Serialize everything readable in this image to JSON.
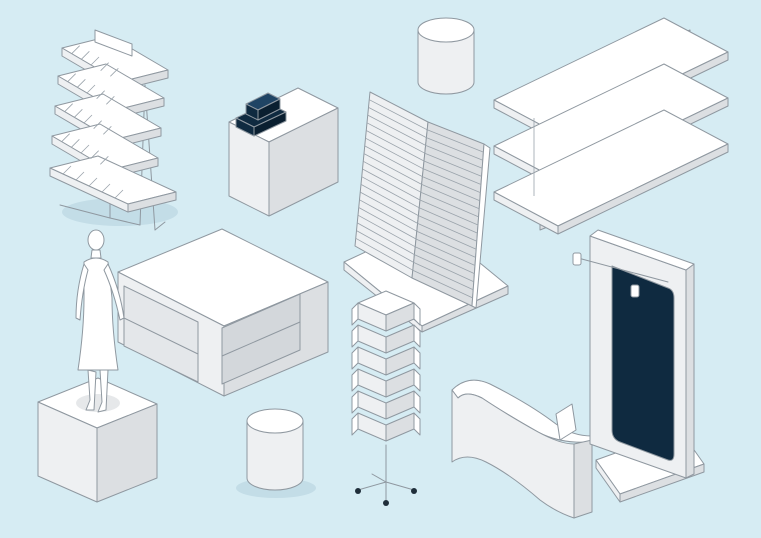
{
  "scene": {
    "background": "#d6ecf3",
    "colors": {
      "top": "#ffffff",
      "left": "#eef0f2",
      "right": "#dcdfe2",
      "shadow": "#c3dde7",
      "dark": "#0f2a40",
      "darkTop": "#1f4464"
    },
    "objects": [
      {
        "name": "tiered-display-rack"
      },
      {
        "name": "cashier-counter-with-register"
      },
      {
        "name": "cylinder-stool-top"
      },
      {
        "name": "double-sided-slatwall-unit"
      },
      {
        "name": "gondola-shelving"
      },
      {
        "name": "square-display-table"
      },
      {
        "name": "mannequin-on-plinth"
      },
      {
        "name": "cylinder-stool-bottom"
      },
      {
        "name": "rotating-card-spinner"
      },
      {
        "name": "curved-reception-counter"
      },
      {
        "name": "standing-mirror"
      }
    ]
  }
}
